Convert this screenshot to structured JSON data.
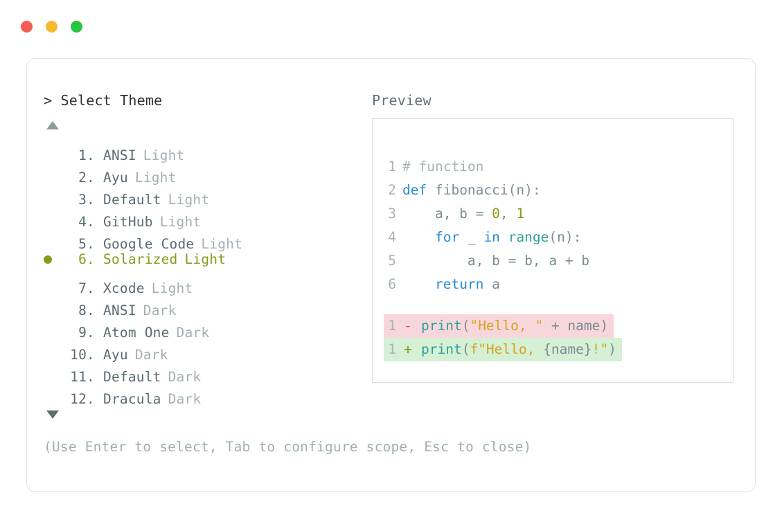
{
  "window": {
    "traffic_lights": [
      {
        "name": "close",
        "color": "#f55b52"
      },
      {
        "name": "minimize",
        "color": "#f7b92b"
      },
      {
        "name": "maximize",
        "color": "#28c53f"
      }
    ]
  },
  "left_panel": {
    "title": "> Select Theme",
    "scroll_up_icon": "triangle-up-icon",
    "scroll_down_icon": "triangle-down-icon",
    "selected_index": 6,
    "items": [
      {
        "num": "1.",
        "name": "ANSI",
        "variant": "Light",
        "selected": false
      },
      {
        "num": "2.",
        "name": "Ayu",
        "variant": "Light",
        "selected": false
      },
      {
        "num": "3.",
        "name": "Default",
        "variant": "Light",
        "selected": false
      },
      {
        "num": "4.",
        "name": "GitHub",
        "variant": "Light",
        "selected": false
      },
      {
        "num": "5.",
        "name": "Google Code",
        "variant": "Light",
        "selected": false
      },
      {
        "num": "6.",
        "name": "Solarized",
        "variant": "Light",
        "selected": true
      },
      {
        "num": "7.",
        "name": "Xcode",
        "variant": "Light",
        "selected": false
      },
      {
        "num": "8.",
        "name": "ANSI",
        "variant": "Dark",
        "selected": false
      },
      {
        "num": "9.",
        "name": "Atom One",
        "variant": "Dark",
        "selected": false
      },
      {
        "num": "10.",
        "name": "Ayu",
        "variant": "Dark",
        "selected": false
      },
      {
        "num": "11.",
        "name": "Default",
        "variant": "Dark",
        "selected": false
      },
      {
        "num": "12.",
        "name": "Dracula",
        "variant": "Dark",
        "selected": false
      }
    ]
  },
  "right_panel": {
    "title": "Preview",
    "code_lines": [
      {
        "ln": "1",
        "tokens": [
          {
            "t": "# function",
            "c": "comment"
          }
        ]
      },
      {
        "ln": "2",
        "tokens": [
          {
            "t": "def",
            "c": "keyword"
          },
          {
            "t": " fibonacci",
            "c": "plain"
          },
          {
            "t": "(n):",
            "c": "punct"
          }
        ]
      },
      {
        "ln": "3",
        "tokens": [
          {
            "t": "    a, b = ",
            "c": "plain"
          },
          {
            "t": "0",
            "c": "num"
          },
          {
            "t": ", ",
            "c": "plain"
          },
          {
            "t": "1",
            "c": "num"
          }
        ]
      },
      {
        "ln": "4",
        "tokens": [
          {
            "t": "    ",
            "c": "plain"
          },
          {
            "t": "for",
            "c": "keyword"
          },
          {
            "t": " _ ",
            "c": "plain"
          },
          {
            "t": "in",
            "c": "keyword"
          },
          {
            "t": " ",
            "c": "plain"
          },
          {
            "t": "range",
            "c": "func"
          },
          {
            "t": "(n):",
            "c": "punct"
          }
        ]
      },
      {
        "ln": "5",
        "tokens": [
          {
            "t": "        a, b = b, a + b",
            "c": "plain"
          }
        ]
      },
      {
        "ln": "6",
        "tokens": [
          {
            "t": "    ",
            "c": "plain"
          },
          {
            "t": "return",
            "c": "keyword"
          },
          {
            "t": " a",
            "c": "plain"
          }
        ]
      }
    ],
    "diff_lines": [
      {
        "ln": "1",
        "sign": "-",
        "kind": "removed",
        "tokens": [
          {
            "t": "print",
            "c": "func"
          },
          {
            "t": "(",
            "c": "punct"
          },
          {
            "t": "\"Hello, \"",
            "c": "str"
          },
          {
            "t": " + name",
            "c": "plain"
          },
          {
            "t": ")",
            "c": "punct"
          }
        ]
      },
      {
        "ln": "1",
        "sign": "+",
        "kind": "added",
        "tokens": [
          {
            "t": "print",
            "c": "func"
          },
          {
            "t": "(",
            "c": "punct"
          },
          {
            "t": "f\"Hello, ",
            "c": "str"
          },
          {
            "t": "{name}",
            "c": "plain"
          },
          {
            "t": "!\"",
            "c": "str"
          },
          {
            "t": ")",
            "c": "punct"
          }
        ]
      }
    ]
  },
  "footer": {
    "hint": "(Use Enter to select, Tab to configure scope, Esc to close)"
  },
  "colors": {
    "selected": "#8a9a1e",
    "keyword": "#268bd2",
    "function": "#2aa198",
    "string": "#d9a321",
    "number": "#90991b",
    "comment": "#a6b2b6",
    "diff_removed_bg": "#f8d7dc",
    "diff_added_bg": "#d5f0d5",
    "diff_removed_sign": "#d8504d",
    "diff_added_sign": "#6f9f20"
  }
}
